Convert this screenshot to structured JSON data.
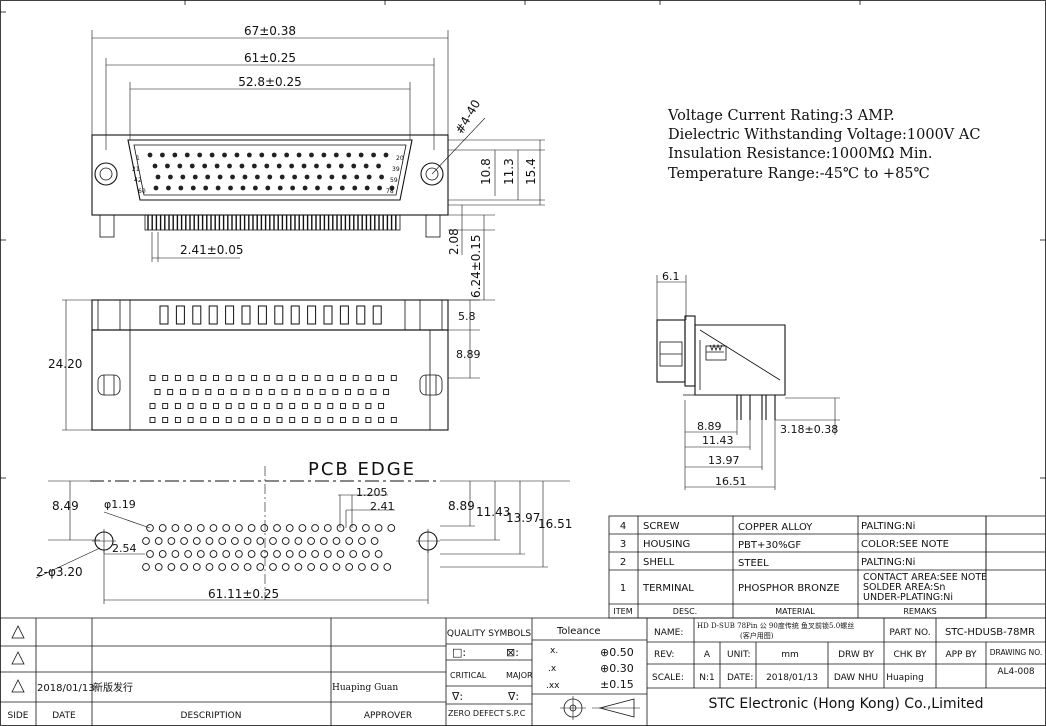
{
  "specs": [
    "Voltage Current Rating:3 AMP.",
    "Dielectric Withstanding Voltage:1000V AC",
    "Insulation Resistance:1000MΩ Min.",
    "Temperature Range:-45℃ to +85℃"
  ],
  "top_view": {
    "dim_overall": "67±0.38",
    "dim_mid": "61±0.25",
    "dim_shell": "52.8±0.25",
    "hole_label": "#4-40",
    "dim_pitch": "2.41±0.05",
    "dim_h1": "10.8",
    "dim_h2": "11.3",
    "dim_h3": "15.4",
    "dim_v1": "2.08",
    "dim_v2": "6.24±0.15",
    "pin_1": "1",
    "pin_21": "21",
    "pin_42": "42",
    "pin_60": "60",
    "pin_20": "20",
    "pin_39": "39",
    "pin_59": "59",
    "pin_78": "78"
  },
  "front_view": {
    "dim_height": "24.20",
    "dim_a": "5.8",
    "dim_b": "8.89"
  },
  "side_view": {
    "dim_top": "6.1",
    "dim_a": "8.89",
    "dim_b": "11.43",
    "dim_c": "13.97",
    "dim_d": "16.51",
    "dim_e": "3.18±0.38"
  },
  "pcb_view": {
    "title": "PCB EDGE",
    "dim_left": "8.49",
    "dim_hole": "φ1.19",
    "dim_p1": "1.205",
    "dim_p2": "2.41",
    "dim_r1": "8.89",
    "dim_r2": "11.43",
    "dim_r3": "13.97",
    "dim_r4": "16.51",
    "dim_row": "2.54",
    "dim_mount": "2-φ3.20",
    "dim_width": "61.11±0.25"
  },
  "bom": {
    "rows": [
      {
        "item": "4",
        "desc": "SCREW",
        "material": "COPPER ALLOY",
        "remarks": [
          "PALTING:Ni"
        ]
      },
      {
        "item": "3",
        "desc": "HOUSING",
        "material": "PBT+30%GF",
        "remarks": [
          "COLOR:SEE NOTE"
        ]
      },
      {
        "item": "2",
        "desc": "SHELL",
        "material": "STEEL",
        "remarks": [
          "PALTING:Ni"
        ]
      },
      {
        "item": "1",
        "desc": "TERMINAL",
        "material": "PHOSPHOR BRONZE",
        "remarks": [
          "CONTACT AREA:SEE NOTE",
          "SOLDER AREA:Sn",
          "UNDER-PLATING:Ni"
        ]
      }
    ],
    "headers": {
      "item": "ITEM",
      "desc": "DESC.",
      "material": "MATERIAL",
      "remarks": "REMAKS"
    }
  },
  "title_block": {
    "rev_date": "2018/01/13",
    "rev_desc": "新版发行",
    "rev_approver": "Huaping Guan",
    "h_side": "SIDE",
    "h_date": "DATE",
    "h_desc": "DESCRIPTION",
    "h_approver": "APPROVER",
    "quality_symbols": "QUALITY SYMBOLS",
    "critical": "CRITICAL",
    "major": "MAJOR",
    "zero_defect": "ZERO DEFECT",
    "spc": "S.P.C",
    "tolerance": "Toleance",
    "tol_x_label": "x.",
    "tol_x": "⊕0.50",
    "tol_x1_label": ".x",
    "tol_x1": "⊕0.30",
    "tol_xx_label": ".xx",
    "tol_xx": "±0.15",
    "name_label": "NAME:",
    "name_value": "HD D-SUB 78Pin 公 90度传统 鱼叉前锁5.0螺丝",
    "name_value2": "(客户用图)",
    "part_no_label": "PART NO.",
    "part_no": "STC-HDUSB-78MR",
    "rev_label": "REV:",
    "rev": "A",
    "unit_label": "UNIT:",
    "unit": "mm",
    "drw_by": "DRW BY",
    "chk_by": "CHK BY",
    "app_by": "APP BY",
    "drawing_no_label": "DRAWING NO.",
    "drawing_no": "AL4-008",
    "scale_label": "SCALE:",
    "scale": "N:1",
    "date_label": "DATE:",
    "date": "2018/01/13",
    "drawer": "DAW NHU",
    "checker": "Huaping",
    "company": "STC Electronic (Hong Kong) Co.,Limited"
  }
}
